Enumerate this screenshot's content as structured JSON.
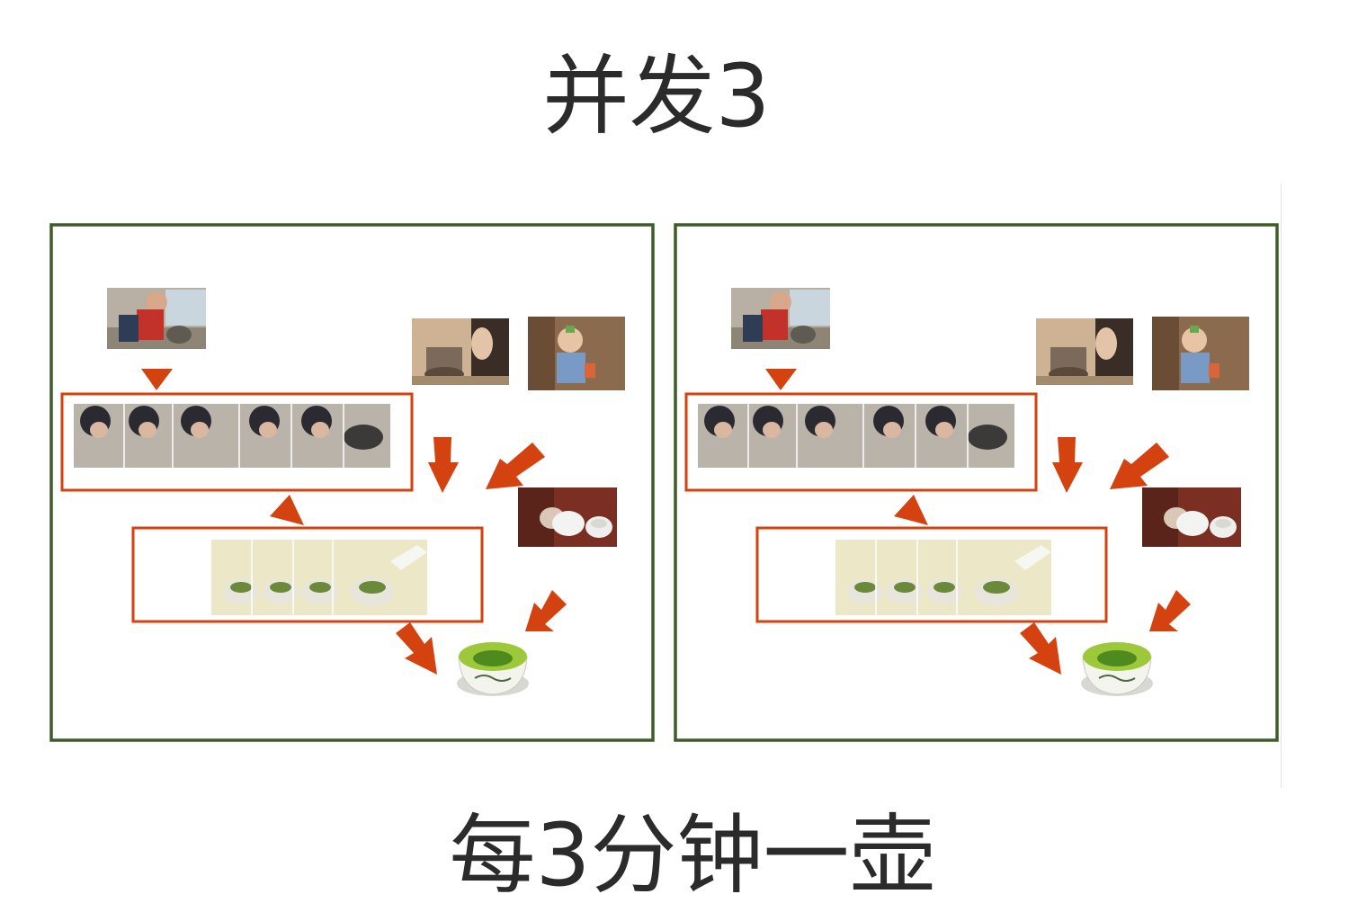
{
  "title": "并发3",
  "caption": "每3分钟一壶",
  "colors": {
    "frame": "#3f5b2a",
    "accent": "#d4420f",
    "background": "#ffffff",
    "text": "#2b2b2b"
  },
  "panels": [
    {
      "id": "left",
      "photos": [
        "child-carrying-kettle-photo",
        "woman-pouring-water-photo",
        "baby-holding-cup-photo",
        "washing-teacups-photo",
        "brewed-green-tea-cup-photo"
      ],
      "frames": [
        "boiling-water-sequence-frame",
        "tea-steeping-sequence-frame"
      ]
    },
    {
      "id": "right",
      "photos": [
        "child-carrying-kettle-photo",
        "woman-pouring-water-photo",
        "baby-holding-cup-photo",
        "washing-teacups-photo",
        "brewed-green-tea-cup-photo"
      ],
      "frames": [
        "boiling-water-sequence-frame",
        "tea-steeping-sequence-frame"
      ]
    }
  ]
}
